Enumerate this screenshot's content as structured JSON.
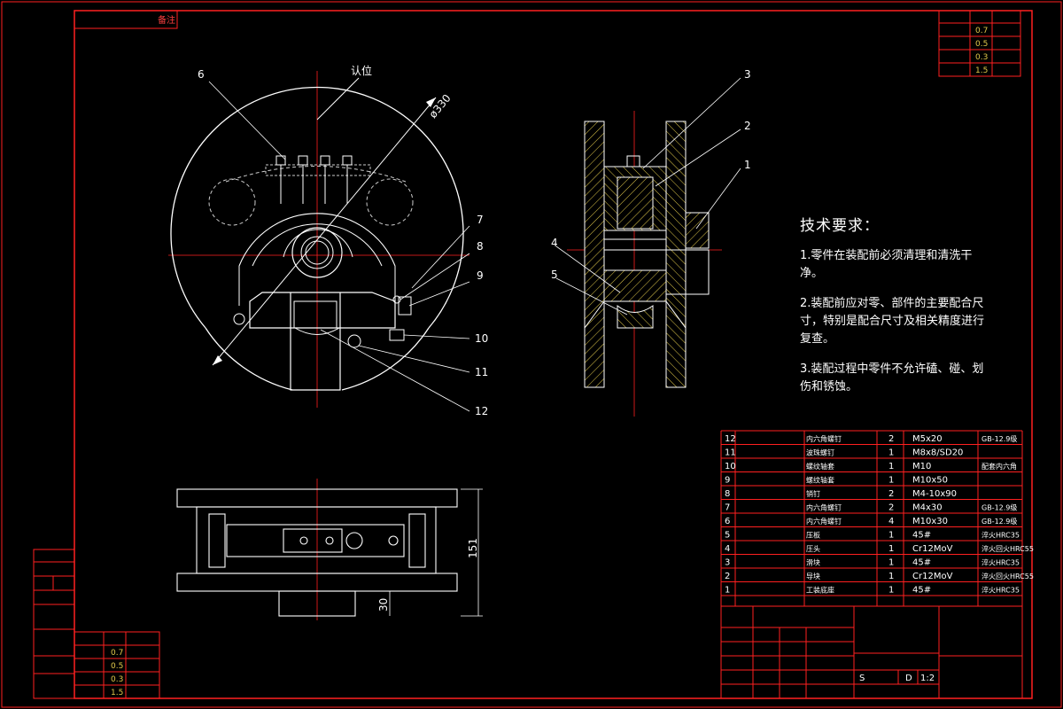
{
  "header": {
    "tag": "备注"
  },
  "top_views": {
    "dimension_dia": "ø330",
    "position_label": "认位",
    "callouts_front": [
      "6",
      "7",
      "8",
      "9",
      "10",
      "11",
      "12"
    ],
    "callouts_section": [
      "3",
      "2",
      "1",
      "4",
      "5"
    ],
    "dimension_height": "151",
    "dimension_base": "30"
  },
  "tech_requirements": {
    "title": "技术要求：",
    "items": [
      "1.零件在装配前必须清理和清洗干净。",
      "2.装配前应对零、部件的主要配合尺寸，特别是配合尺寸及相关精度进行复查。",
      "3.装配过程中零件不允许磕、碰、划伤和锈蚀。"
    ]
  },
  "bom": [
    {
      "no": "12",
      "name": "内六角螺钉",
      "qty": "2",
      "spec": "M5x20",
      "note": "GB-12.9级"
    },
    {
      "no": "11",
      "name": "波珠螺钉",
      "qty": "1",
      "spec": "M8x8/SD20",
      "note": ""
    },
    {
      "no": "10",
      "name": "螺纹轴套",
      "qty": "1",
      "spec": "M10",
      "note": "配套内六角"
    },
    {
      "no": "9",
      "name": "螺纹轴套",
      "qty": "1",
      "spec": "M10x50",
      "note": ""
    },
    {
      "no": "8",
      "name": "销钉",
      "qty": "2",
      "spec": "M4-10x90",
      "note": ""
    },
    {
      "no": "7",
      "name": "内六角螺钉",
      "qty": "2",
      "spec": "M4x30",
      "note": "GB-12.9级"
    },
    {
      "no": "6",
      "name": "内六角螺钉",
      "qty": "4",
      "spec": "M10x30",
      "note": "GB-12.9级"
    },
    {
      "no": "5",
      "name": "压板",
      "qty": "1",
      "spec": "45#",
      "note": "淬火HRC35"
    },
    {
      "no": "4",
      "name": "压头",
      "qty": "1",
      "spec": "Cr12MoV",
      "note": "淬火回火HRC55"
    },
    {
      "no": "3",
      "name": "滑块",
      "qty": "1",
      "spec": "45#",
      "note": "淬火HRC35"
    },
    {
      "no": "2",
      "name": "导块",
      "qty": "1",
      "spec": "Cr12MoV",
      "note": "淬火回火HRC55"
    },
    {
      "no": "1",
      "name": "工装底座",
      "qty": "1",
      "spec": "45#",
      "note": "淬火HRC35"
    }
  ],
  "roughness_table": [
    {
      "label": "",
      "value": "0.7"
    },
    {
      "label": "",
      "value": "0.5"
    },
    {
      "label": "",
      "value": "0.3"
    },
    {
      "label": "",
      "value": "1.5"
    }
  ],
  "title_block": {
    "stage": "S",
    "sheet": "D",
    "scale": "1:2"
  }
}
